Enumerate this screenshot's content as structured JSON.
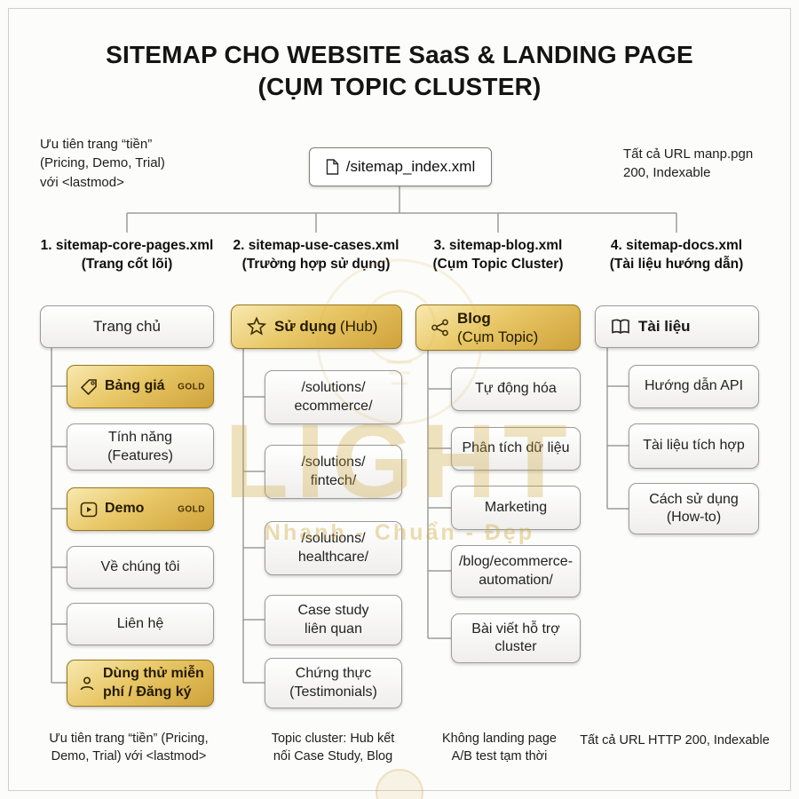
{
  "title": {
    "line1": "SITEMAP CHO WEBSITE SaaS & LANDING PAGE",
    "line2": "(CỤM TOPIC CLUSTER)"
  },
  "notes": {
    "top_left": "Ưu tiên trang “tiền”\n(Pricing, Demo, Trial)\nvới <lastmod>",
    "top_right": "Tất cả URL manp.pgn\n200, Indexable"
  },
  "root": {
    "label": "/sitemap_index.xml"
  },
  "columns": [
    {
      "header": "1. sitemap-core-pages.xml\n(Trang cốt lõi)",
      "parent": {
        "label": "Trang chủ"
      },
      "children": [
        {
          "label": "Bảng giá",
          "badge": "GOLD"
        },
        {
          "label": "Tính năng\n(Features)"
        },
        {
          "label": "Demo",
          "badge": "GOLD"
        },
        {
          "label": "Về chúng tôi"
        },
        {
          "label": "Liên hệ"
        },
        {
          "label": "Dùng thử miễn\nphí / Đăng ký"
        }
      ],
      "footnote": "Ưu tiên trang “tiền” (Pricing,\nDemo, Trial) với <lastmod>"
    },
    {
      "header": "2. sitemap-use-cases.xml\n(Trường hợp sử dụng)",
      "parent": {
        "label": "Sử dụng",
        "label_suffix": "(Hub)"
      },
      "children": [
        {
          "label": "/solutions/\necommerce/"
        },
        {
          "label": "/solutions/\nfintech/"
        },
        {
          "label": "/solutions/\nhealthcare/"
        },
        {
          "label": "Case study\nliên quan"
        },
        {
          "label": "Chứng thực\n(Testimonials)"
        }
      ],
      "footnote": "Topic cluster: Hub kết\nnối Case Study, Blog"
    },
    {
      "header": "3. sitemap-blog.xml\n(Cụm Topic Cluster)",
      "parent": {
        "label": "Blog",
        "label_suffix": "(Cụm Topic)"
      },
      "children": [
        {
          "label": "Tự động hóa"
        },
        {
          "label": "Phân tích dữ liệu"
        },
        {
          "label": "Marketing"
        },
        {
          "label": "/blog/ecommerce-\nautomation/"
        },
        {
          "label": "Bài viết hỗ trợ\ncluster"
        }
      ],
      "footnote": "Không landing page\nA/B test tạm thời"
    },
    {
      "header": "4. sitemap-docs.xml\n(Tài liệu hướng dẫn)",
      "parent": {
        "label": "Tài liệu"
      },
      "children": [
        {
          "label": "Hướng dẫn API"
        },
        {
          "label": "Tài liệu tích hợp"
        },
        {
          "label": "Cách sử dụng\n(How-to)"
        }
      ],
      "footnote": "Tất cả URL HTTP 200, Indexable"
    }
  ],
  "watermark": {
    "brand": "LIGHT",
    "tagline": "Nhanh - Chuẩn - Đẹp"
  },
  "colors": {
    "gold": "#cfa23b",
    "gold_light": "#f8e9b0",
    "line": "#9b9b9b"
  }
}
